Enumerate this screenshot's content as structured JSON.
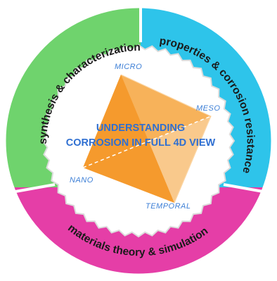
{
  "diagram": {
    "ring_segments": [
      {
        "label": "synthesis & characterization",
        "color": "#6fd36d"
      },
      {
        "label": "properties & corrosion resistance",
        "color": "#2ec4ea"
      },
      {
        "label": "materials theory & simulation",
        "color": "#e53ea7"
      }
    ],
    "center_title_lines": [
      "UNDERSTANDING",
      "CORROSION IN FULL 4D VIEW"
    ],
    "vertices": {
      "micro": "MICRO",
      "meso": "MESO",
      "nano": "NANO",
      "temporal": "TEMPORAL"
    },
    "colors": {
      "ring_border": "#ffffff",
      "inner_fill": "#ffffff",
      "scallop": "#dcdcdc",
      "tetra_front": "#f59a2d",
      "tetra_side": "#f7b25a",
      "tetra_back": "#f9c98c",
      "title": "#2f6fd1",
      "axis_label": "#3d7fd6"
    }
  }
}
